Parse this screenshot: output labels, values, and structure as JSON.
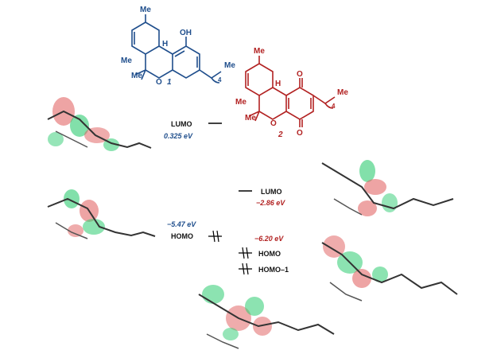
{
  "compound_1": {
    "number": "1",
    "atoms": {
      "me_top": "Me",
      "oh": "OH",
      "h": "H",
      "me_left": "Me",
      "me_bottom": "Me",
      "o": "O",
      "chain_me": "Me",
      "chain_n": "4"
    },
    "color": "#1f4e8c"
  },
  "compound_2": {
    "number": "2",
    "atoms": {
      "me_top": "Me",
      "o_top": "O",
      "h": "H",
      "me_left": "Me",
      "me_bottom": "Me",
      "o_ring": "O",
      "o_bottom": "O",
      "chain_me": "Me",
      "chain_n": "4"
    },
    "color": "#b22222"
  },
  "levels": {
    "lumo_1": {
      "label": "LUMO",
      "energy": "0.325 eV"
    },
    "homo_1": {
      "label": "HOMO",
      "energy": "−5.47 eV"
    },
    "lumo_2": {
      "label": "LUMO",
      "energy": "−2.86 eV"
    },
    "homo_2": {
      "label": "HOMO",
      "energy": "−6.20 eV"
    },
    "homo1_2": {
      "label": "HOMO–1"
    }
  },
  "colors": {
    "orbital_red": "#e05a5a",
    "orbital_green": "#2ecc71",
    "bond": "#333333"
  }
}
